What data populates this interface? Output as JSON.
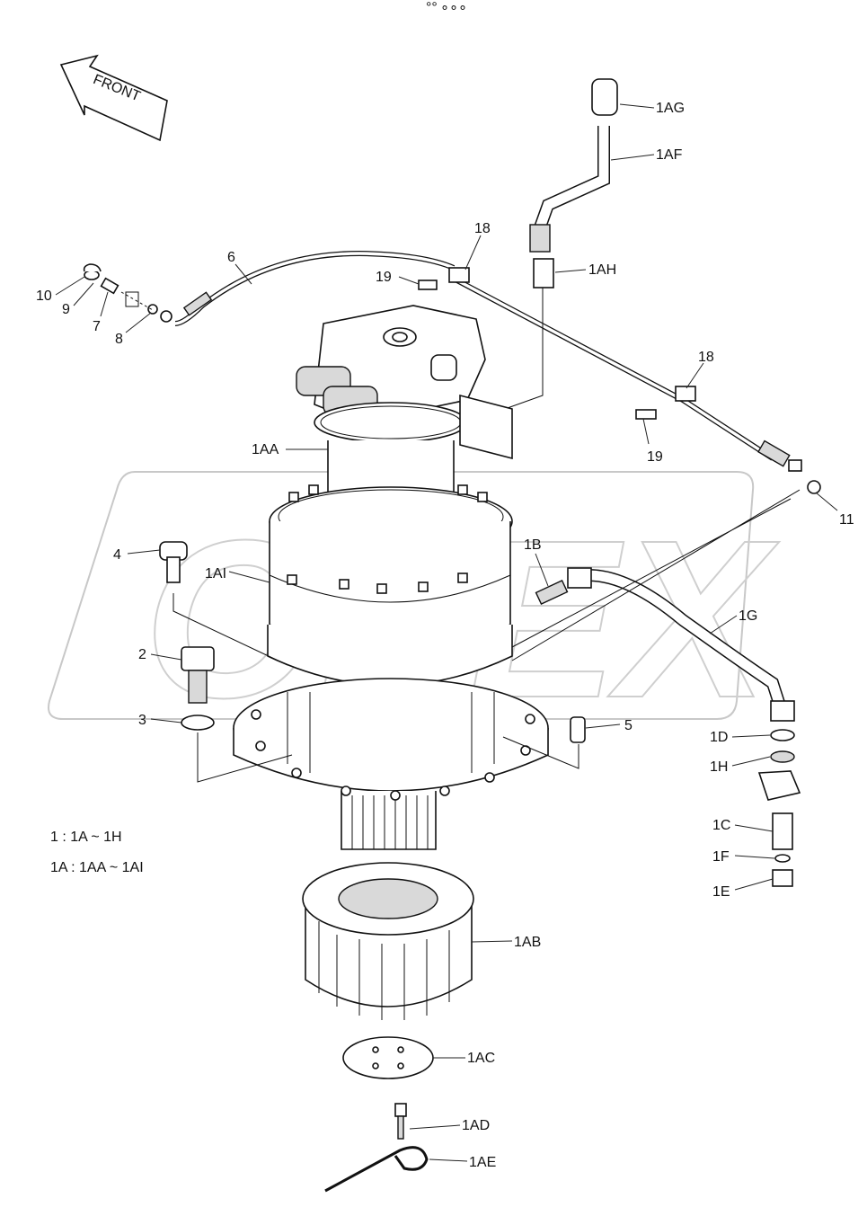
{
  "header": {
    "small_text": "°° ∘∘∘"
  },
  "front_arrow": {
    "label": "FRONT"
  },
  "watermark": {
    "text": "OPEX"
  },
  "notes": [
    {
      "text": "1 : 1A ~ 1H"
    },
    {
      "text": "1A : 1AA ~ 1AI"
    }
  ],
  "callouts": [
    {
      "id": "1AG"
    },
    {
      "id": "1AF"
    },
    {
      "id": "18"
    },
    {
      "id": "6"
    },
    {
      "id": "1AH"
    },
    {
      "id": "19"
    },
    {
      "id": "10"
    },
    {
      "id": "9"
    },
    {
      "id": "7"
    },
    {
      "id": "8"
    },
    {
      "id": "18"
    },
    {
      "id": "19"
    },
    {
      "id": "1AA"
    },
    {
      "id": "11"
    },
    {
      "id": "4"
    },
    {
      "id": "1AI"
    },
    {
      "id": "1B"
    },
    {
      "id": "1G"
    },
    {
      "id": "2"
    },
    {
      "id": "3"
    },
    {
      "id": "5"
    },
    {
      "id": "1D"
    },
    {
      "id": "1H"
    },
    {
      "id": "1C"
    },
    {
      "id": "1F"
    },
    {
      "id": "1E"
    },
    {
      "id": "1AB"
    },
    {
      "id": "1AC"
    },
    {
      "id": "1AD"
    },
    {
      "id": "1AE"
    }
  ]
}
